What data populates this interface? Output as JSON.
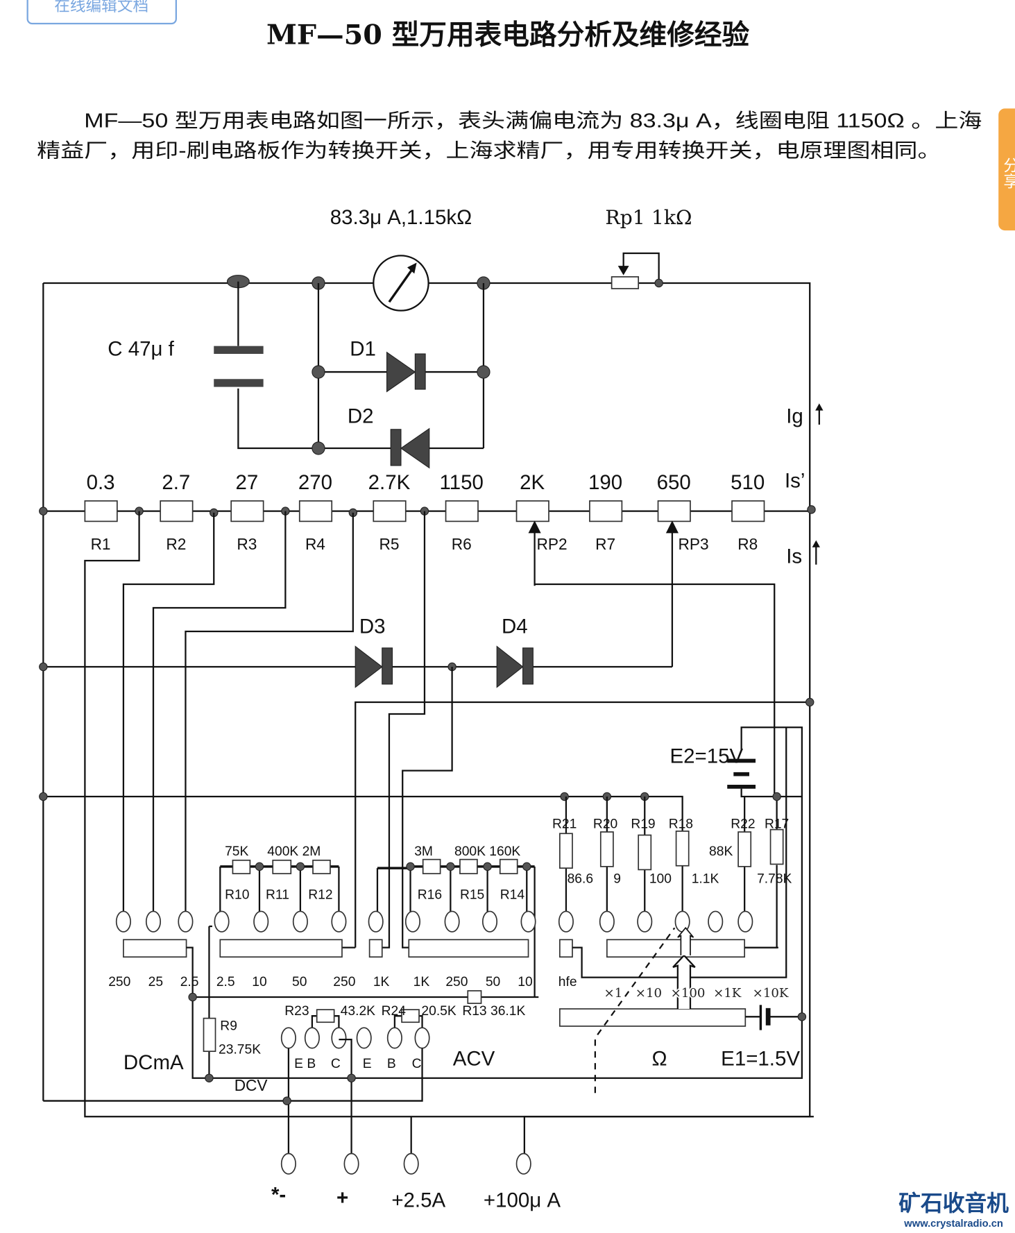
{
  "toolbar": {
    "edit_online_label": "在线编辑文档"
  },
  "side_tab": {
    "label": "分享"
  },
  "document": {
    "title": "MF—50 型万用表电路分析及维修经验",
    "paragraph_line1": "MF—50 型万用表电路如图一所示，表头满偏电流为 83.3μ A，线圈电阻 1150Ω 。上海",
    "paragraph_line2": "精益厂，用印-刷电路板作为转换开关，上海求精厂，用专用转换开关，电原理图相同。"
  },
  "schematic": {
    "meter_label": "83.3μ A,1.15kΩ",
    "rp1_label": "Rp1  1kΩ",
    "capacitor_label": "C 47μ f",
    "d1": "D1",
    "d2": "D2",
    "d3": "D3",
    "d4": "D4",
    "ig": "Ig",
    "is_prime": "Is’",
    "is": "Is",
    "chain_values": [
      "0.3",
      "2.7",
      "27",
      "270",
      "2.7K",
      "1150",
      "2K",
      "190",
      "650",
      "510"
    ],
    "chain_labels": [
      "R1",
      "R2",
      "R3",
      "R4",
      "R5",
      "R6",
      "RP2",
      "R7",
      "RP3",
      "R8"
    ],
    "e2": "E2=15V",
    "dcv_bank": {
      "values_a": "75K",
      "values_b": "400K 2M",
      "labels": [
        "R10",
        "R11",
        "R12"
      ]
    },
    "acv_bank": {
      "values_a": "3M",
      "values_b": "800K 160K",
      "labels": [
        "R16",
        "R15",
        "R14"
      ]
    },
    "ohm_resistors": [
      {
        "label": "R21",
        "value": "86.6"
      },
      {
        "label": "R20",
        "value": "9"
      },
      {
        "label": "R19",
        "value": "100"
      },
      {
        "label": "R18",
        "value": "1.1K"
      },
      {
        "label": "R22",
        "value": "88K"
      },
      {
        "label": "R17",
        "value": "7.78K"
      }
    ],
    "range_labels": [
      "250",
      "25",
      "2.5",
      "2.5",
      "10",
      "50",
      "250",
      "1K",
      "1K",
      "250",
      "50",
      "10",
      "hfe"
    ],
    "ohm_multipliers": [
      "×1",
      "×10",
      "×100",
      "×1K",
      "×10K"
    ],
    "r9_label": "R9",
    "r9_value": "23.75K",
    "r23_label": "R23",
    "r23_value": "43.2K",
    "r24_label": "R24",
    "r24_value": "20.5K",
    "r13_text": "R13 36.1K",
    "transistor_pins": [
      "E B",
      "C",
      "E",
      "B",
      "C"
    ],
    "section_labels": {
      "dcma": "DCmA",
      "dcv": "DCV",
      "acv": "ACV",
      "ohm": "Ω",
      "e1": "E1=1.5V"
    },
    "terminals": [
      "*-",
      "+",
      "+2.5A",
      "+100μ A"
    ]
  },
  "logo": {
    "name": "矿石收音机",
    "url": "www.crystalradio.cn"
  },
  "colors": {
    "button_border": "#7aa7e0",
    "button_text": "#7aa7e0",
    "side_tab": "#f5a742",
    "logo": "#1a4a8a"
  }
}
